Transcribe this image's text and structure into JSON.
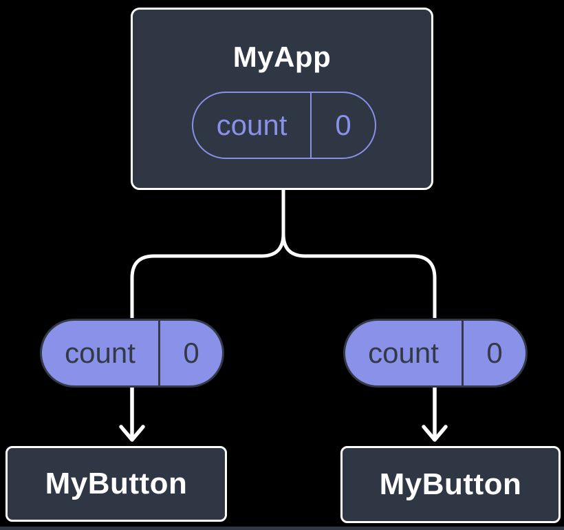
{
  "colors": {
    "background": "#000000",
    "node_fill": "#2F3744",
    "node_border": "#FFFFFF",
    "node_text": "#FFFFFF",
    "accent_purple": "#8A91E8",
    "pill_dark_text": "#333A47",
    "connector_line": "#FFFFFF"
  },
  "diagram": {
    "root": {
      "title": "MyApp",
      "state": {
        "name": "count",
        "value": "0"
      }
    },
    "props": [
      {
        "name": "count",
        "value": "0"
      },
      {
        "name": "count",
        "value": "0"
      }
    ],
    "children": [
      {
        "title": "MyButton"
      },
      {
        "title": "MyButton"
      }
    ]
  }
}
